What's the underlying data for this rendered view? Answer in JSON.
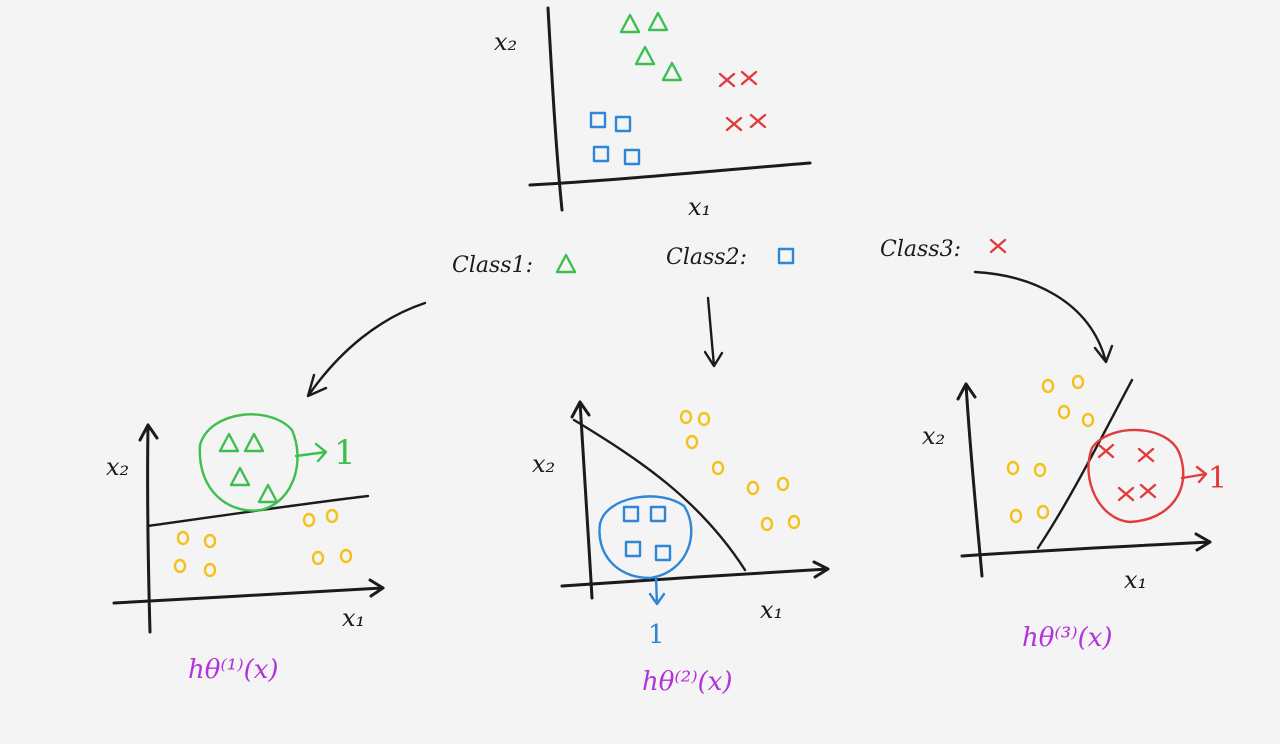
{
  "top_plot": {
    "x_label": "x₁",
    "y_label": "x₂"
  },
  "classes": [
    {
      "label": "Class1:",
      "symbol": "triangle",
      "color": "#3cbf4f"
    },
    {
      "label": "Class2:",
      "symbol": "square",
      "color": "#2f86d6"
    },
    {
      "label": "Class3:",
      "symbol": "cross",
      "color": "#e23b3b"
    }
  ],
  "sub_plots": [
    {
      "x_label": "x₁",
      "y_label": "x₂",
      "output": "→1",
      "hypothesis": "hθ⁽¹⁾(x)"
    },
    {
      "x_label": "x₁",
      "y_label": "x₂",
      "output": "1",
      "hypothesis": "hθ⁽²⁾(x)"
    },
    {
      "x_label": "x₁",
      "y_label": "x₂",
      "output": "→1",
      "hypothesis": "hθ⁽³⁾(x)"
    }
  ],
  "colors": {
    "background": "#f4f4f4",
    "ink": "#1b1b1b",
    "triangle": "#3cbf4f",
    "square": "#2f86d6",
    "cross": "#e23b3b",
    "other_class": "#f2c21b",
    "hypothesis": "#b233d8"
  }
}
